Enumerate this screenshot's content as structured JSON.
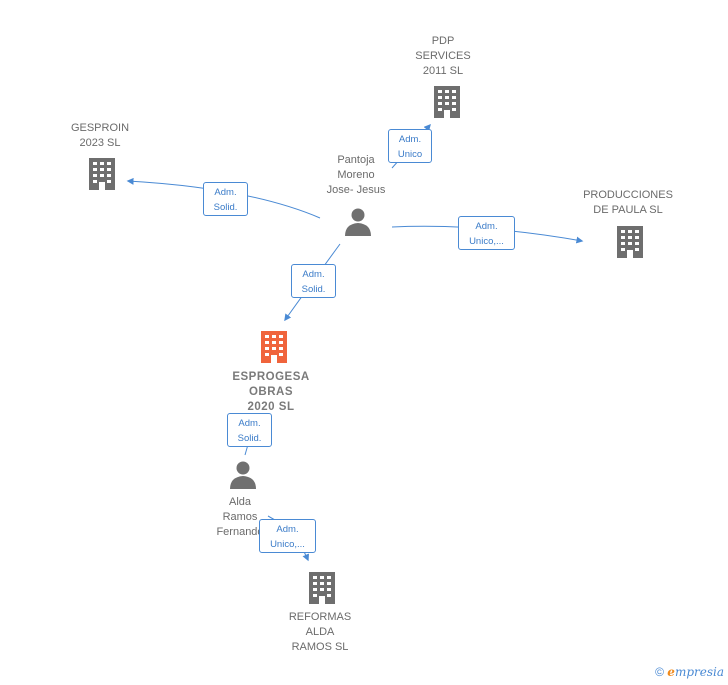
{
  "colors": {
    "edge": "#4a8ad4",
    "badge_text": "#3a7bc8",
    "company_icon": "#6e6e6e",
    "main_company_icon": "#f0643c",
    "person_icon": "#707070",
    "label_text": "#6b6b6b"
  },
  "nodes": {
    "pdp": {
      "label": "PDP\nSERVICES\n2011  SL",
      "icon": "building-icon"
    },
    "gesproin": {
      "label": "GESPROIN\n2023  SL",
      "icon": "building-icon"
    },
    "pantoja": {
      "label": "Pantoja\nMoreno\nJose- Jesus",
      "icon": "person-icon"
    },
    "produccion": {
      "label": "PRODUCCIONES\nDE PAULA  SL",
      "icon": "building-icon"
    },
    "esprogesa": {
      "label": "ESPROGESA\nOBRAS\n2020  SL",
      "icon": "building-icon"
    },
    "alda": {
      "label": "Alda\nRamos\nFernando",
      "icon": "person-icon"
    },
    "reformas": {
      "label": "REFORMAS\nALDA\nRAMOS  SL",
      "icon": "building-icon"
    }
  },
  "edges": {
    "pantoja_pdp": "Adm.\nUnico",
    "pantoja_gesproin": "Adm.\nSolid.",
    "pantoja_produccion": "Adm.\nUnico,...",
    "pantoja_esprogesa": "Adm.\nSolid.",
    "alda_esprogesa": "Adm.\nSolid.",
    "alda_reformas": "Adm.\nUnico,..."
  },
  "footer": {
    "copyright": "©",
    "brand_e": "e",
    "brand_rest": "mpresia"
  }
}
